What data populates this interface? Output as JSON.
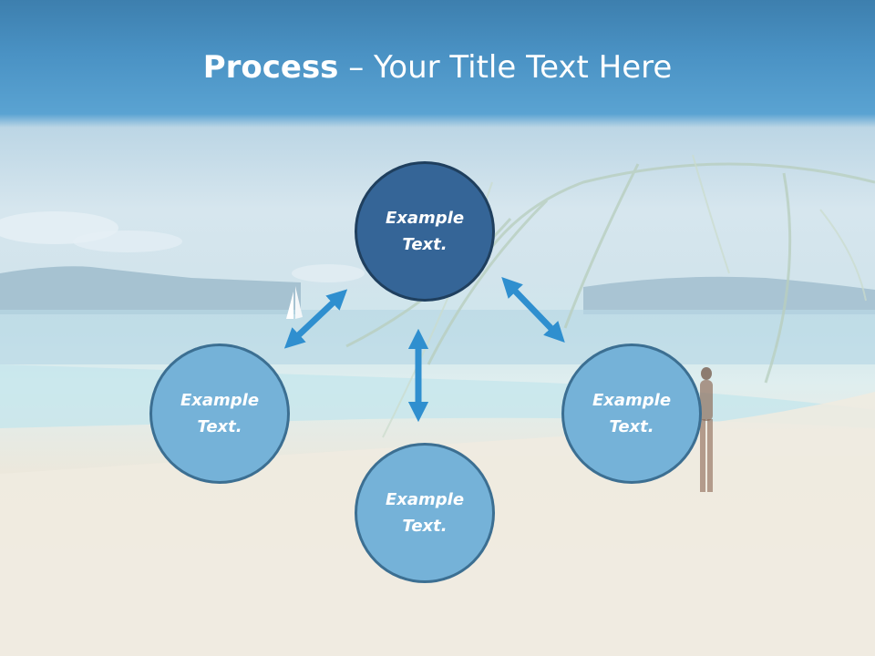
{
  "title": {
    "bold": "Process",
    "rest": " – Your Title Text Here"
  },
  "nodes": {
    "top": {
      "line1": "Example",
      "line2": "Text."
    },
    "left": {
      "line1": "Example",
      "line2": "Text."
    },
    "right": {
      "line1": "Example",
      "line2": "Text."
    },
    "bottom": {
      "line1": "Example",
      "line2": "Text."
    }
  },
  "colors": {
    "header": "#4a92c4",
    "node_active": "#356597",
    "node": "#75b2d8",
    "arrow": "#2f8fcf"
  }
}
